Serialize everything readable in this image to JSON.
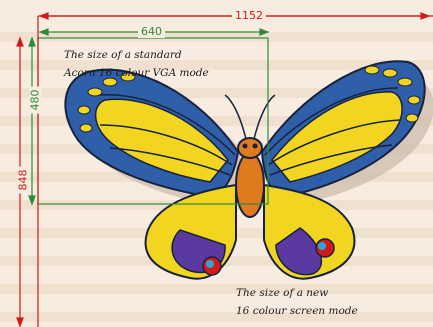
{
  "dimensions": {
    "width_large": "1152",
    "width_small": "640",
    "height_small": "480",
    "height_large": "848"
  },
  "captions": {
    "vga_line1": "The size of a standard",
    "vga_line2": "Acorn 16 colour VGA mode",
    "new_line1": "The size of a new",
    "new_line2": "16 colour screen mode"
  },
  "colors": {
    "large_mode_outline": "#d01a1a",
    "vga_mode_outline": "#2e8b3a",
    "background": "#f7ecdf"
  }
}
